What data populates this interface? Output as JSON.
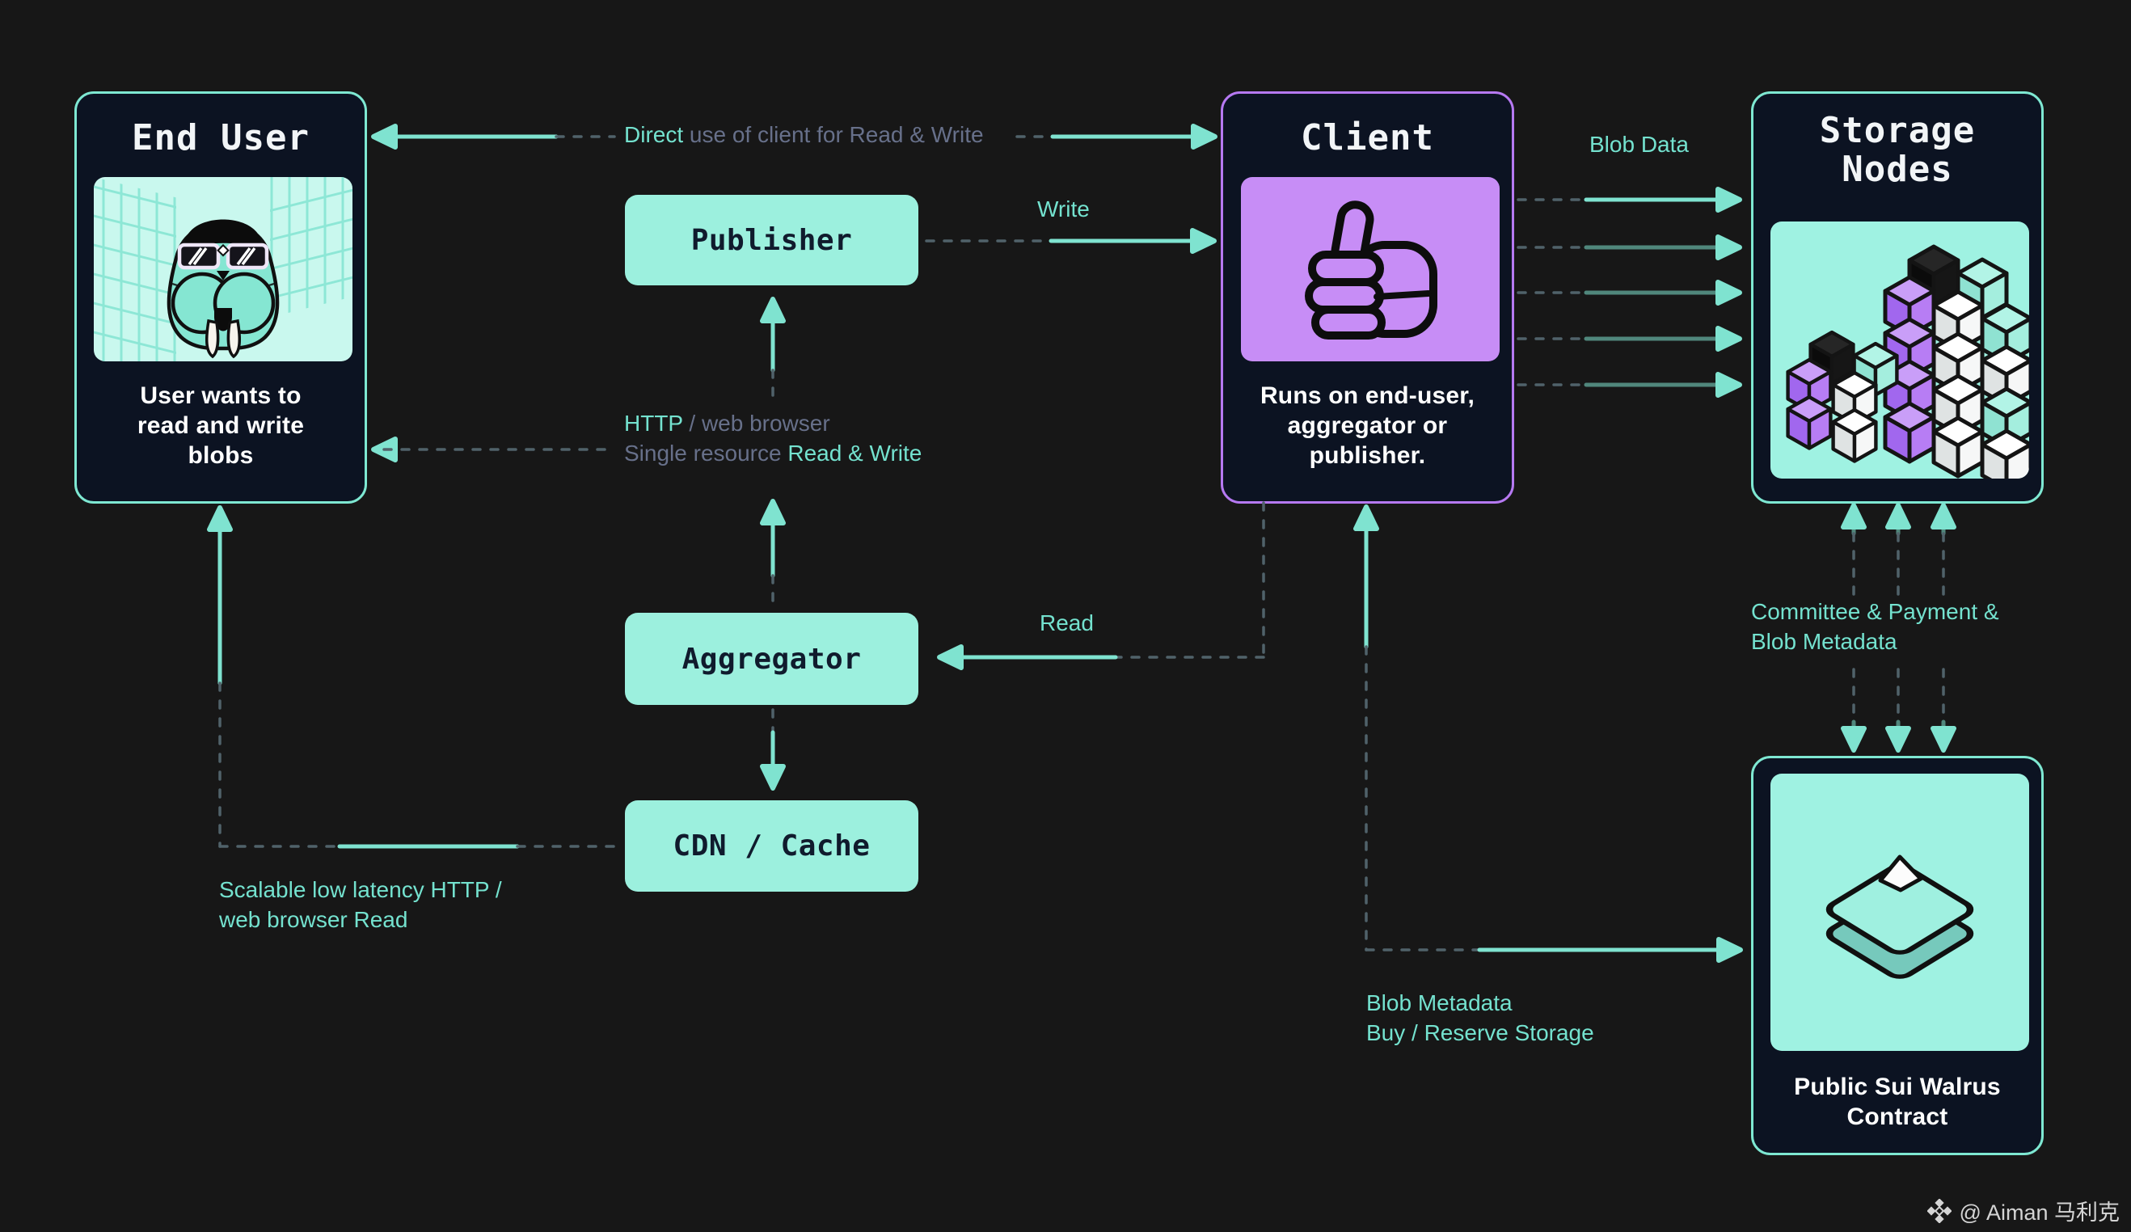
{
  "nodes": {
    "end_user": {
      "title": "End User",
      "caption": "User wants to read and write blobs"
    },
    "publisher": {
      "title": "Publisher"
    },
    "aggregator": {
      "title": "Aggregator"
    },
    "cdn_cache": {
      "title": "CDN / Cache"
    },
    "client": {
      "title": "Client",
      "caption": "Runs on end-user, aggregator or publisher."
    },
    "storage_nodes": {
      "title_line1": "Storage",
      "title_line2": "Nodes"
    },
    "sui_contract": {
      "caption_line1": "Public Sui Walrus",
      "caption_line2": "Contract"
    }
  },
  "labels": {
    "direct_highlight": "Direct",
    "direct_rest": " use of client for Read & Write",
    "write": "Write",
    "blob_data": "Blob Data",
    "http_highlight": "HTTP",
    "http_rest": " / web browser",
    "single_resource_prefix": "Single resource ",
    "single_resource_highlight": "Read & Write",
    "read": "Read",
    "scalable_line1": "Scalable low latency HTTP /",
    "scalable_line2": "web browser Read",
    "committee_line1": "Committee & Payment &",
    "committee_line2": "Blob Metadata",
    "blob_metadata_line1": "Blob Metadata",
    "blob_metadata_line2": "Buy / Reserve Storage"
  },
  "watermark": {
    "text": "@ Aiman 马利克"
  },
  "colors": {
    "background": "#171717",
    "card_bg": "#0c1322",
    "teal_border": "#7ee8d2",
    "purple_border": "#b679f2",
    "mint_fill": "#9cf0de",
    "purple_panel": "#c78df6",
    "teal_text": "#74e2cf",
    "muted_text": "#67708a",
    "solid_wire": "#7fe3d0",
    "dashed_wire": "#50626a"
  }
}
